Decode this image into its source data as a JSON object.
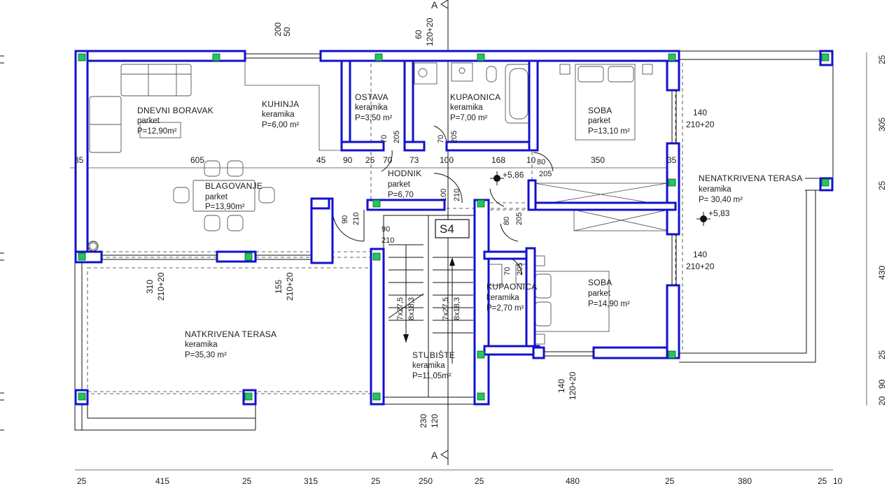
{
  "rooms": [
    {
      "name": "DNEVNI BORAVAK",
      "floor": "parket",
      "area": "P=12,90m²"
    },
    {
      "name": "KUHINJA",
      "floor": "keramika",
      "area": "P=6,00 m²"
    },
    {
      "name": "OSTAVA",
      "floor": "keramika",
      "area": "P=3,50  m²"
    },
    {
      "name": "KUPAONICA",
      "floor": "keramika",
      "area": "P=7,00  m²"
    },
    {
      "name": "SOBA",
      "floor": "parket",
      "area": "P=13,10 m²"
    },
    {
      "name": "BLAGOVANJE",
      "floor": "parket",
      "area": "P=13,90m²"
    },
    {
      "name": "HODNIK",
      "floor": "parket",
      "area": "P=6,70"
    },
    {
      "name": "NENATKRIVENA TERASA",
      "floor": "keramika",
      "area": "P= 30,40  m²"
    },
    {
      "name": "KUPAONICA",
      "floor": "keramika",
      "area": "P=2,70 m²"
    },
    {
      "name": "SOBA",
      "floor": "parket",
      "area": "P=14,90 m²"
    },
    {
      "name": "NATKRIVENA TERASA",
      "floor": "keramika",
      "area": "P=35,30  m²"
    },
    {
      "name": "STUBIŠTE",
      "floor": "keramika",
      "area": "P=11,05m²"
    }
  ],
  "section_marks": {
    "top": "A",
    "bottom": "A"
  },
  "stair_tag": "S4",
  "levels": [
    "+5,86",
    "+5,83"
  ],
  "bottom_dims": [
    "25",
    "415",
    "25",
    "315",
    "25",
    "250",
    "25",
    "480",
    "25",
    "380",
    "25",
    "10"
  ],
  "right_dims": [
    "25",
    "305",
    "25",
    "430",
    "25",
    "90",
    "20"
  ],
  "inner_dims": [
    "35",
    "605",
    "45",
    "90",
    "25",
    "70",
    "73",
    "100",
    "168",
    "10",
    "80",
    "205",
    "350",
    "35"
  ],
  "openings": {
    "top_window": [
      "200",
      "50"
    ],
    "top_window2": [
      "60",
      "120+20"
    ],
    "ostava_door": [
      "70",
      "205"
    ],
    "kupaonica_door": [
      "70",
      "205"
    ],
    "hodnik_door": [
      "100",
      "210"
    ],
    "left_door_a": [
      "90",
      "210"
    ],
    "left_door_b": [
      "90",
      "210"
    ],
    "right_door_a": [
      "80",
      "205"
    ],
    "soba_win_1": [
      "140",
      "210+20"
    ],
    "soba_win_2": [
      "140",
      "210+20"
    ],
    "bottom_win_1": [
      "310",
      "210+20"
    ],
    "bottom_win_2": [
      "155",
      "210+20"
    ],
    "bath2_door": [
      "70",
      "205"
    ],
    "soba2_win": [
      "140",
      "120+20"
    ],
    "stair_bottom": [
      "230",
      "120"
    ],
    "stairs_a": [
      "7x27,5",
      "8x18,3"
    ],
    "stairs_b": [
      "7x27,5",
      "8x18,3"
    ]
  }
}
